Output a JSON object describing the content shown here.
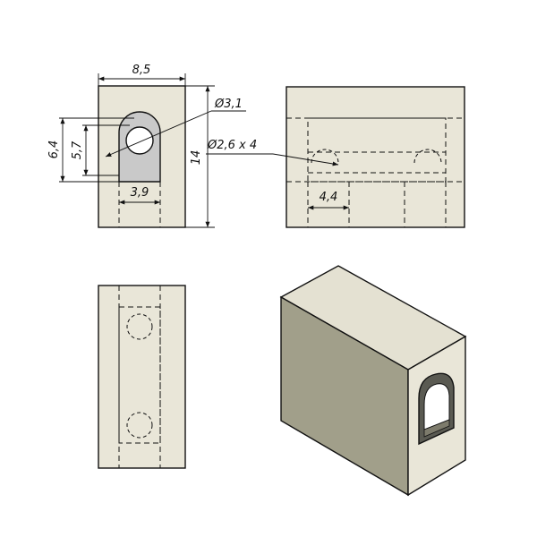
{
  "colors": {
    "paper": "#e9e6d8",
    "line": "#111111",
    "iso_front": "#a19f8a",
    "iso_side": "#e9e6d8",
    "iso_top": "#e4e1d2",
    "hole_gray": "#c9c9c9",
    "hole_white": "#ffffff"
  },
  "dimensions": {
    "width": "8,5",
    "height": "14",
    "slot_outer": "6,4",
    "slot_inner": "5,7",
    "slot_width": "3,9",
    "hole_dia": "Ø3,1",
    "side_holes": "Ø2,6 x 4",
    "hole_offset": "4,4"
  },
  "views": [
    "front-view",
    "side-view",
    "top-view",
    "isometric-view"
  ]
}
